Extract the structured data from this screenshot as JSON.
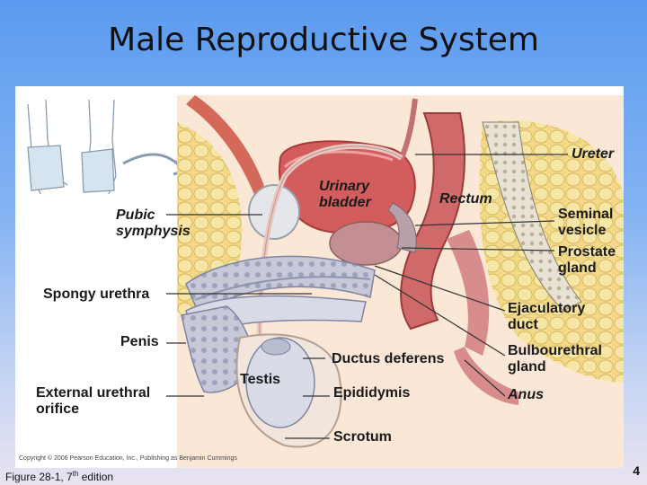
{
  "slide": {
    "title": "Male Reproductive System",
    "footer_prefix": "Figure 28-1, 7",
    "footer_sup": "th",
    "footer_suffix": " edition",
    "page_number": "4"
  },
  "figure": {
    "copyright": "Copyright © 2006 Pearson Education, Inc., Publishing as Benjamin Cummings",
    "labels": {
      "ureter": "Ureter",
      "urinary_bladder": "Urinary\nbladder",
      "rectum": "Rectum",
      "pubic_symphysis": "Pubic\nsymphysis",
      "seminal_vesicle": "Seminal\nvesicle",
      "prostate_gland": "Prostate\ngland",
      "spongy_urethra": "Spongy urethra",
      "ejaculatory_duct": "Ejaculatory\nduct",
      "penis": "Penis",
      "bulbourethral_gland": "Bulbourethral\ngland",
      "ductus_deferens": "Ductus deferens",
      "testis": "Testis",
      "external_urethral_orifice": "External urethral\norifice",
      "epididymis": "Epididymis",
      "anus": "Anus",
      "scrotum": "Scrotum"
    }
  }
}
